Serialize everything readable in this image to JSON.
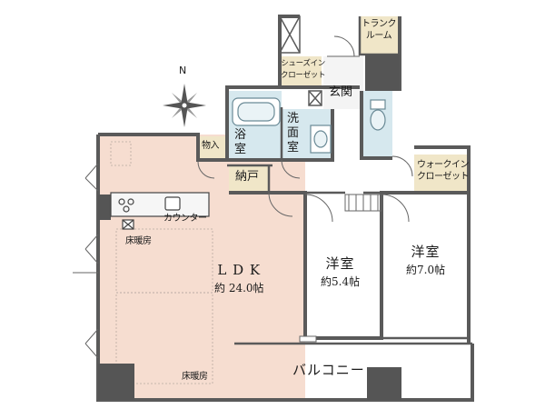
{
  "compass": {
    "north_label": "N"
  },
  "rooms": {
    "trunk_room": {
      "line1": "トランク",
      "line2": "ルーム"
    },
    "shoes_in_closet": {
      "line1": "シューズイン",
      "line2": "クローゼット"
    },
    "entrance": {
      "label": "玄関"
    },
    "bathroom": {
      "line1": "浴",
      "line2": "室"
    },
    "washroom": {
      "line1": "洗",
      "line2": "面",
      "line3": "室"
    },
    "storage_small": {
      "label": "物入"
    },
    "nando": {
      "label": "納戸"
    },
    "walk_in_closet": {
      "line1": "ウォークイン",
      "line2": "クローゼット"
    },
    "counter": {
      "label": "カウンター"
    },
    "floor_heating_top": {
      "label": "床暖房"
    },
    "floor_heating_bottom": {
      "label": "床暖房"
    },
    "ldk": {
      "name": "L D K",
      "area": "約 24.0帖"
    },
    "western1": {
      "name": "洋室",
      "area": "約5.4帖"
    },
    "western2": {
      "name": "洋室",
      "area": "約7.0帖"
    },
    "balcony": {
      "label": "バルコニー"
    }
  },
  "colors": {
    "wall": "#5a5a5a",
    "ldk_floor": "#f6ddd0",
    "wet_floor": "#d6e8ee",
    "storage_fill": "#f0e6c8",
    "pillar": "#555555"
  }
}
